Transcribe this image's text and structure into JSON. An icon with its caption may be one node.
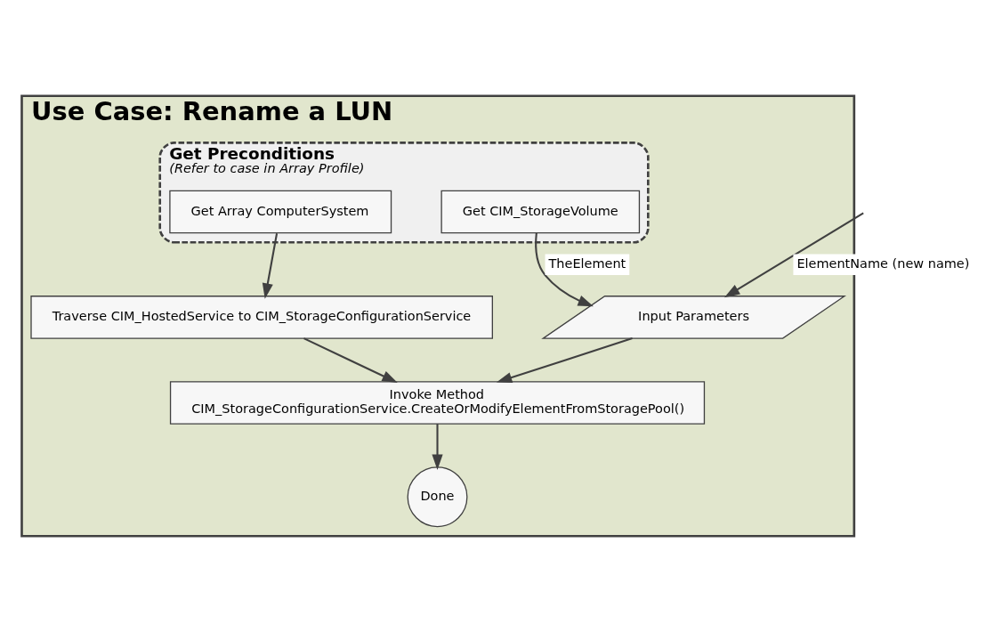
{
  "diagram": {
    "nodes": [
      {
        "text": [
          "Use Case: Rename a LUN"
        ]
      },
      {
        "text": [
          "Get Preconditions",
          "(Refer to case in Array Profile)"
        ],
        "in": 0
      },
      {
        "text": [
          "Get Array ComputerSystem"
        ],
        "in": 1
      },
      {
        "text": [
          "Get CIM_StorageVolume"
        ],
        "in": 1
      },
      {
        "text": [
          "Traverse CIM_HostedService to CIM_StorageConfigurationService"
        ],
        "in": 0
      },
      {
        "text": [
          "Input Parameters"
        ],
        "in": 0
      },
      {
        "text": [
          "Invoke Method",
          "CIM_StorageConfigurationService.CreateOrModifyElementFromStoragePool()"
        ],
        "in": 0
      },
      {
        "text": [
          "Done"
        ],
        "in": 0
      }
    ],
    "edges": [
      {
        "from": 2,
        "to": 4,
        "arrow": "to"
      },
      {
        "from": 3,
        "to": 5,
        "arrow": "to",
        "label": "TheElement"
      },
      {
        "from": null,
        "to": 5,
        "arrow": "to",
        "label": "ElementName (new name)"
      },
      {
        "from": 4,
        "to": 6,
        "arrow": "to"
      },
      {
        "from": 5,
        "to": 6,
        "arrow": "to"
      },
      {
        "from": 6,
        "to": 7,
        "arrow": "to"
      }
    ]
  }
}
